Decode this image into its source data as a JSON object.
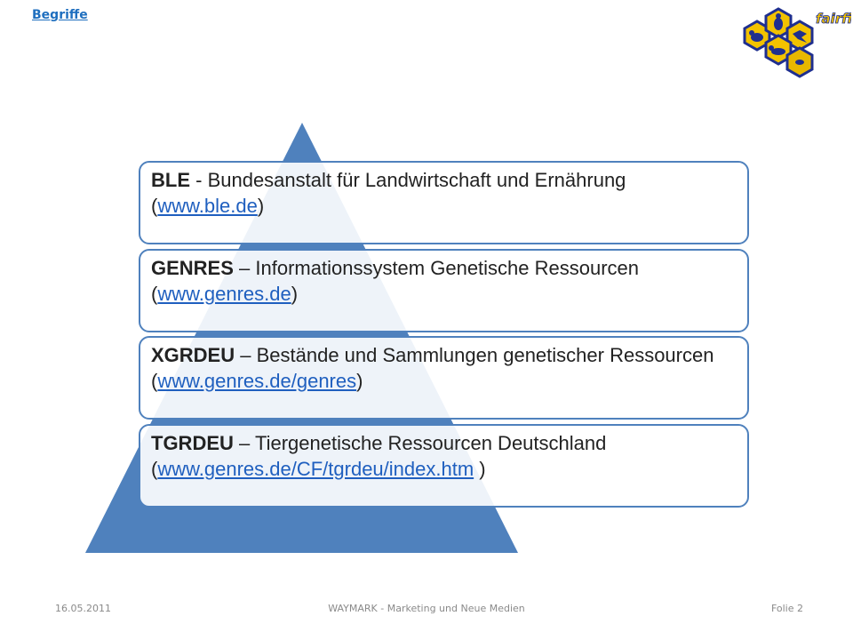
{
  "header": {
    "link_label": "Begriffe"
  },
  "logo": {
    "text": "fairfile",
    "hex_color": "#f2c200",
    "hex_border": "#1f2f8f",
    "icon": "fairfile-logo-icon"
  },
  "colors": {
    "pyramid_fill": "#4f81bd",
    "box_border": "#4f81bd",
    "link": "#1f5fbf"
  },
  "items": [
    {
      "term": "BLE",
      "separator": " - ",
      "description": "Bundesanstalt für Landwirtschaft und Ernährung",
      "open": "(",
      "link": "www.ble.de",
      "close": ")"
    },
    {
      "term": "GENRES",
      "separator": " – ",
      "description": "Informationssystem Genetische Ressourcen",
      "open": "(",
      "link": "www.genres.de",
      "close": ")"
    },
    {
      "term": "XGRDEU",
      "separator": " – ",
      "description": "Bestände und Sammlungen genetischer Ressourcen",
      "open": " (",
      "link": "www.genres.de/genres",
      "close": ")"
    },
    {
      "term": "TGRDEU",
      "separator": " – ",
      "description": "Tiergenetische Ressourcen Deutschland",
      "open": "(",
      "link": "www.genres.de/CF/tgrdeu/index.htm",
      "close": " )"
    }
  ],
  "footer": {
    "date": "16.05.2011",
    "center": "WAYMARK - Marketing und Neue Medien",
    "page": "Folie 2"
  }
}
